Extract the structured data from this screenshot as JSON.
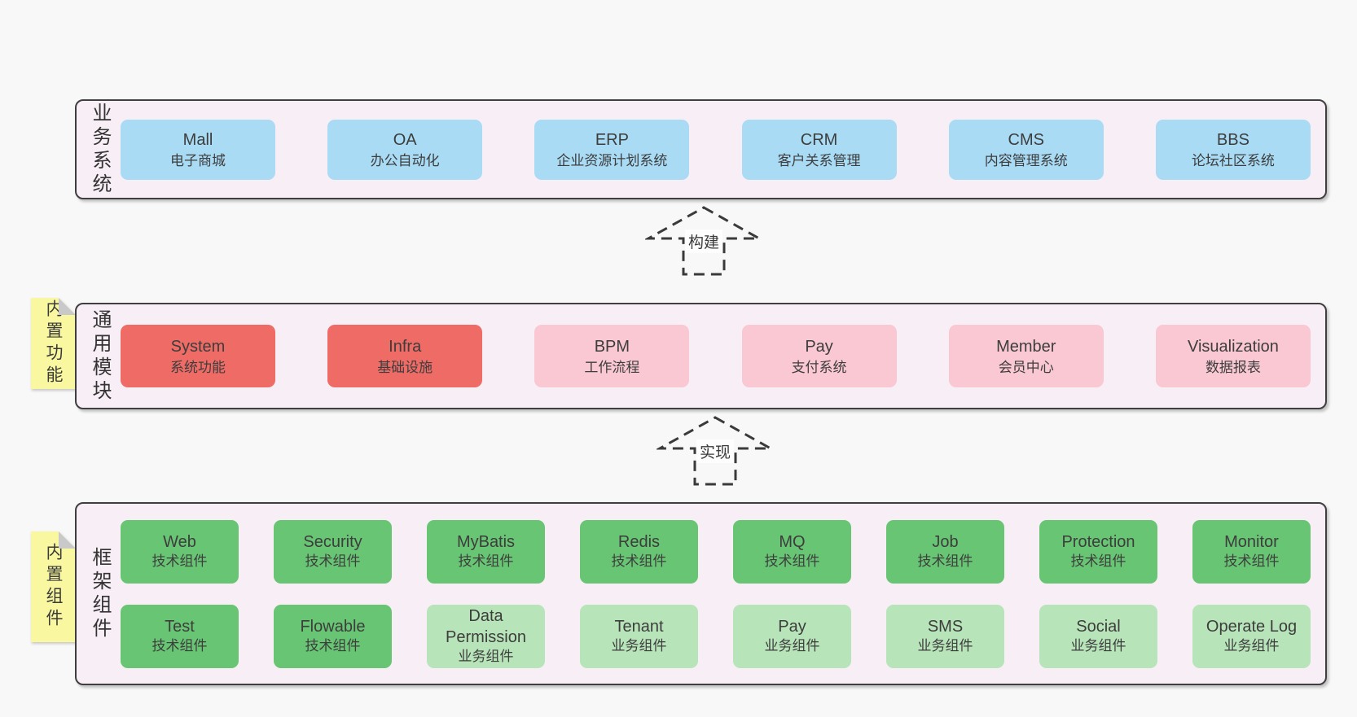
{
  "colors": {
    "page-bg": "#f8f8f8",
    "band-bg": "#f8eef6",
    "band-border": "#3f3f3f",
    "blue": "#a9dbf5",
    "red": "#ee6b66",
    "pink": "#f9c8d2",
    "green": "#68c573",
    "green-light": "#b8e4b9",
    "sticky-yellow": "#f9f8a0",
    "sticky-fold": "#c9c9c9",
    "text": "#3d3d3d"
  },
  "bands": {
    "business": {
      "label": "业务系统",
      "boxes": [
        {
          "name": "Mall",
          "desc": "电子商城"
        },
        {
          "name": "OA",
          "desc": "办公自动化"
        },
        {
          "name": "ERP",
          "desc": "企业资源计划系统"
        },
        {
          "name": "CRM",
          "desc": "客户关系管理"
        },
        {
          "name": "CMS",
          "desc": "内容管理系统"
        },
        {
          "name": "BBS",
          "desc": "论坛社区系统"
        }
      ]
    },
    "modules": {
      "label": "通用模块",
      "boxes": [
        {
          "name": "System",
          "desc": "系统功能"
        },
        {
          "name": "Infra",
          "desc": "基础设施"
        },
        {
          "name": "BPM",
          "desc": "工作流程"
        },
        {
          "name": "Pay",
          "desc": "支付系统"
        },
        {
          "name": "Member",
          "desc": "会员中心"
        },
        {
          "name": "Visualization",
          "desc": "数据报表"
        }
      ]
    },
    "framework": {
      "label": "框架组件",
      "rows": [
        [
          {
            "name": "Web",
            "desc": "技术组件"
          },
          {
            "name": "Security",
            "desc": "技术组件"
          },
          {
            "name": "MyBatis",
            "desc": "技术组件"
          },
          {
            "name": "Redis",
            "desc": "技术组件"
          },
          {
            "name": "MQ",
            "desc": "技术组件"
          },
          {
            "name": "Job",
            "desc": "技术组件"
          },
          {
            "name": "Protection",
            "desc": "技术组件"
          },
          {
            "name": "Monitor",
            "desc": "技术组件"
          }
        ],
        [
          {
            "name": "Test",
            "desc": "技术组件"
          },
          {
            "name": "Flowable",
            "desc": "技术组件"
          },
          {
            "name": "Data Permission",
            "desc": "业务组件"
          },
          {
            "name": "Tenant",
            "desc": "业务组件"
          },
          {
            "name": "Pay",
            "desc": "业务组件"
          },
          {
            "name": "SMS",
            "desc": "业务组件"
          },
          {
            "name": "Social",
            "desc": "业务组件"
          },
          {
            "name": "Operate Log",
            "desc": "业务组件"
          }
        ]
      ]
    }
  },
  "arrows": [
    {
      "label": "构建"
    },
    {
      "label": "实现"
    }
  ],
  "stickies": [
    {
      "text": "内置功能"
    },
    {
      "text": "内置组件"
    }
  ]
}
